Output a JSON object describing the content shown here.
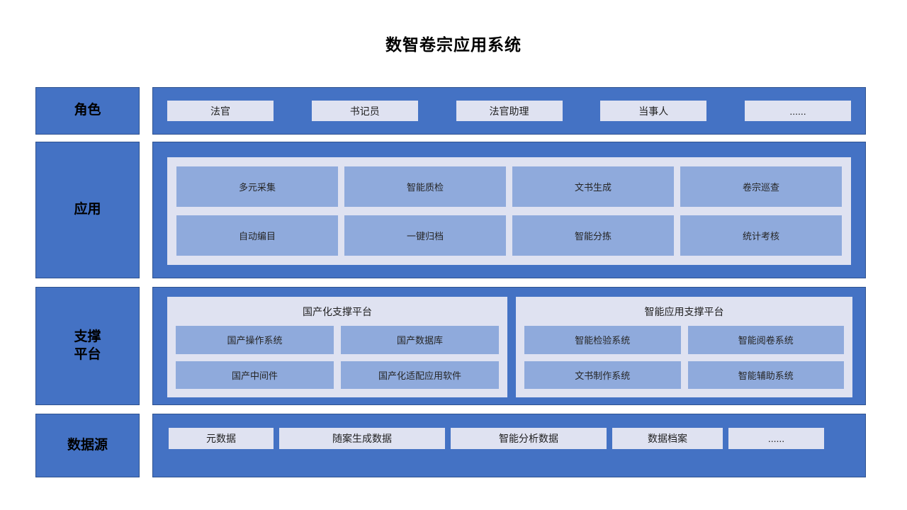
{
  "title": "数智卷宗应用系统",
  "colors": {
    "container_blue": "#4472C4",
    "container_border": "#2F528F",
    "panel_lavender": "#DFE2F1",
    "cell_blue": "#8FAADC"
  },
  "rows": [
    {
      "id": "roles",
      "label": "角色",
      "items": [
        "法官",
        "书记员",
        "法官助理",
        "当事人",
        "......"
      ]
    },
    {
      "id": "applications",
      "label": "应用",
      "items": [
        "多元采集",
        "智能质检",
        "文书生成",
        "卷宗巡查",
        "自动编目",
        "一键归档",
        "智能分拣",
        "统计考核"
      ]
    },
    {
      "id": "support-platform",
      "label": "支撑\n平台",
      "platforms": [
        {
          "title": "国产化支撑平台",
          "items": [
            "国产操作系统",
            "国产数据库",
            "国产中间件",
            "国产化适配应用软件"
          ]
        },
        {
          "title": "智能应用支撑平台",
          "items": [
            "智能检验系统",
            "智能阅卷系统",
            "文书制作系统",
            "智能辅助系统"
          ]
        }
      ]
    },
    {
      "id": "data-sources",
      "label": "数据源",
      "items": [
        "元数据",
        "随案生成数据",
        "智能分析数据",
        "数据档案",
        "......"
      ]
    }
  ]
}
